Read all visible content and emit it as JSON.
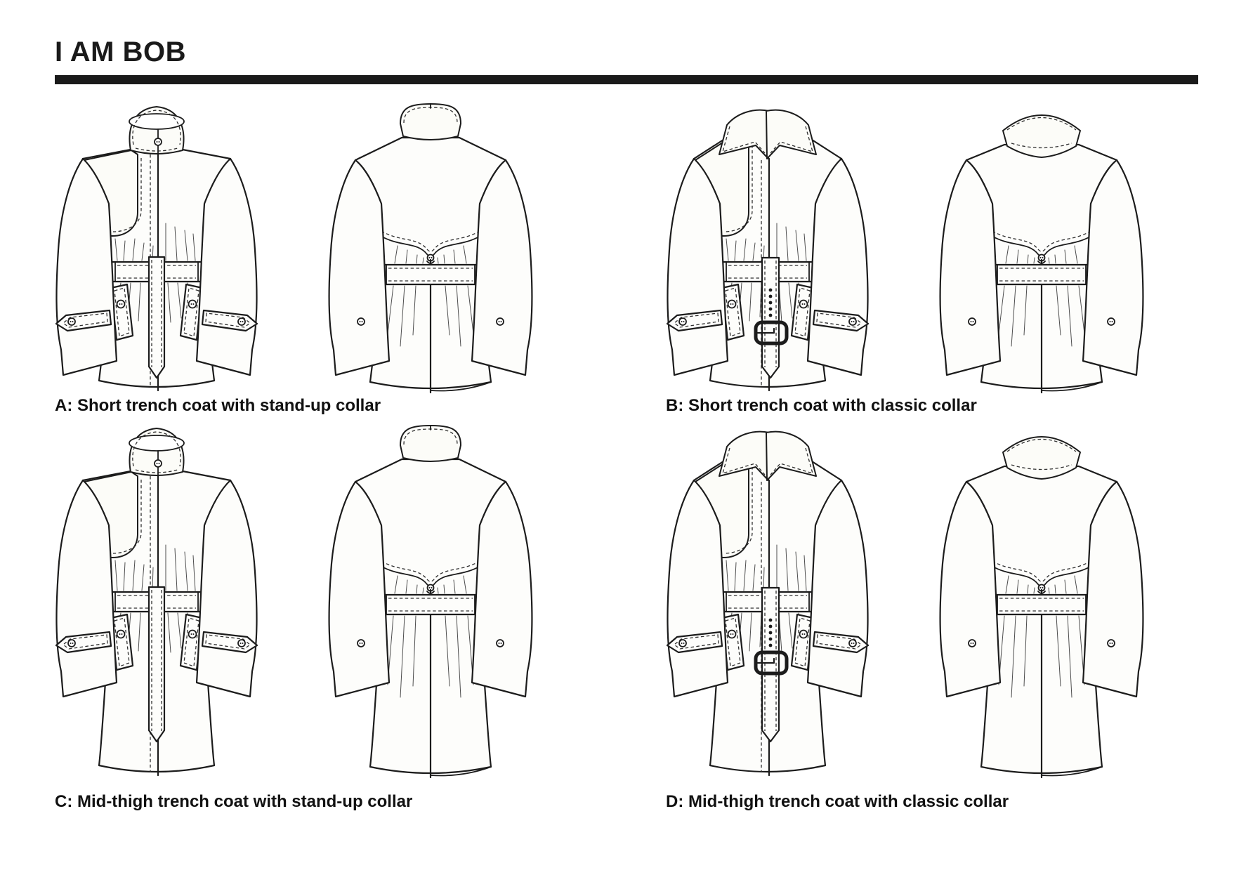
{
  "page": {
    "title": "I AM BOB"
  },
  "colors": {
    "ink": "#1c1c1c",
    "paper": "#ffffff",
    "fabric": "#fdfdfb"
  },
  "variants": [
    {
      "id": "A",
      "caption": "A: Short trench coat with stand-up collar",
      "collar": "stand-up",
      "length": "short",
      "belt": "tie",
      "views": [
        "front",
        "back"
      ]
    },
    {
      "id": "B",
      "caption": "B: Short trench coat with classic collar",
      "collar": "classic",
      "length": "short",
      "belt": "buckle",
      "views": [
        "front",
        "back"
      ]
    },
    {
      "id": "C",
      "caption": "C: Mid-thigh trench coat with stand-up collar",
      "collar": "stand-up",
      "length": "mid-thigh",
      "belt": "tie",
      "views": [
        "front",
        "back"
      ]
    },
    {
      "id": "D",
      "caption": "D: Mid-thigh trench coat with classic collar",
      "collar": "classic",
      "length": "mid-thigh",
      "belt": "buckle",
      "views": [
        "front",
        "back"
      ]
    }
  ]
}
